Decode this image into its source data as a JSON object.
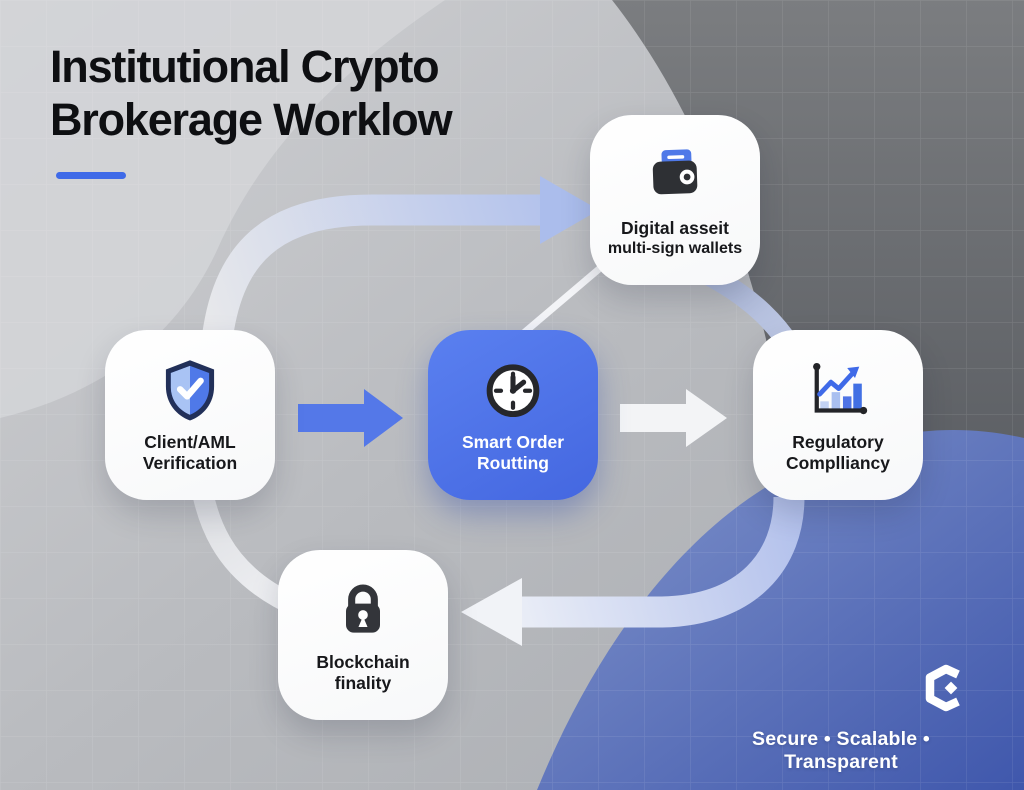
{
  "title": {
    "line1": "Institutional Crypto",
    "line2": "Brokerage Worklow"
  },
  "nodes": {
    "client": {
      "line1": "Client/AML",
      "line2": "Verification",
      "icon": "shield-check-icon"
    },
    "routing": {
      "line1": "Smart Order",
      "line2": "Routting",
      "icon": "clock-icon"
    },
    "wallet": {
      "line1": "Digital asseit",
      "line2": "multi-sign wallets",
      "icon": "wallet-icon"
    },
    "compliance": {
      "line1": "Regulatory",
      "line2": "Complliancy",
      "icon": "bar-chart-icon"
    },
    "finality": {
      "line1": "Blockchain",
      "line2": "finality",
      "icon": "lock-icon"
    }
  },
  "footer": {
    "tagline": "Secure • Scalable • Transparent",
    "logo": "hex-c-logo"
  },
  "colors": {
    "accent_blue": "#3f6ae8",
    "card_blue": "#4b70e6",
    "arrow_blue": "#5478e8",
    "periwinkle_arrow": "#abbdec",
    "blob_blue": "#4a62b4",
    "dark_gray": "#66686c",
    "light_gray": "#c6c7ca",
    "card_white": "#fbfbfc",
    "text_dark": "#17181b"
  }
}
